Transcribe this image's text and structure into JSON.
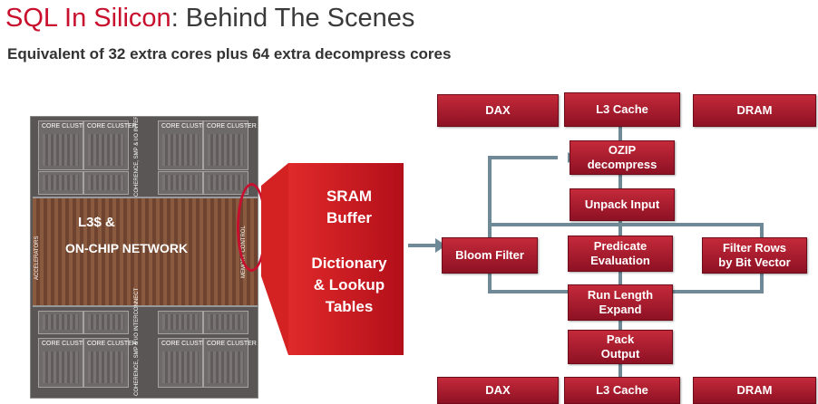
{
  "title": {
    "highlight": "SQL In Silicon",
    "rest": ": Behind The Scenes"
  },
  "subtitle": "Equivalent of 32 extra cores plus 64 extra decompress cores",
  "chip": {
    "core_cluster_label": "CORE CLUSTER",
    "network_label_line1": "L3$  &",
    "network_label_line2": "ON-CHIP NETWORK",
    "interconnect_label": "COHERENCE, SMP & I/O INTERCONNECT",
    "accelerators_label": "ACCELERATORS",
    "memory_label": "MEMORY CONTROL"
  },
  "callout": {
    "line1": "SRAM",
    "line2": "Buffer",
    "line3": "Dictionary",
    "line4": "& Lookup",
    "line5": "Tables"
  },
  "pipeline": {
    "top_dax": "DAX",
    "top_l3": "L3 Cache",
    "top_dram": "DRAM",
    "ozip_line1": "OZIP",
    "ozip_line2": "decompress",
    "unpack": "Unpack Input",
    "bloom": "Bloom Filter",
    "predicate_line1": "Predicate",
    "predicate_line2": "Evaluation",
    "filter_line1": "Filter Rows",
    "filter_line2": "by Bit Vector",
    "rle_line1": "Run Length",
    "rle_line2": "Expand",
    "pack_line1": "Pack",
    "pack_line2": "Output",
    "bottom_dax": "DAX",
    "bottom_l3": "L3 Cache",
    "bottom_dram": "DRAM"
  },
  "colors": {
    "accent": "#c8102e",
    "box_top": "#c42a3a",
    "box_bottom": "#8d1124",
    "line": "#6f8a96"
  }
}
